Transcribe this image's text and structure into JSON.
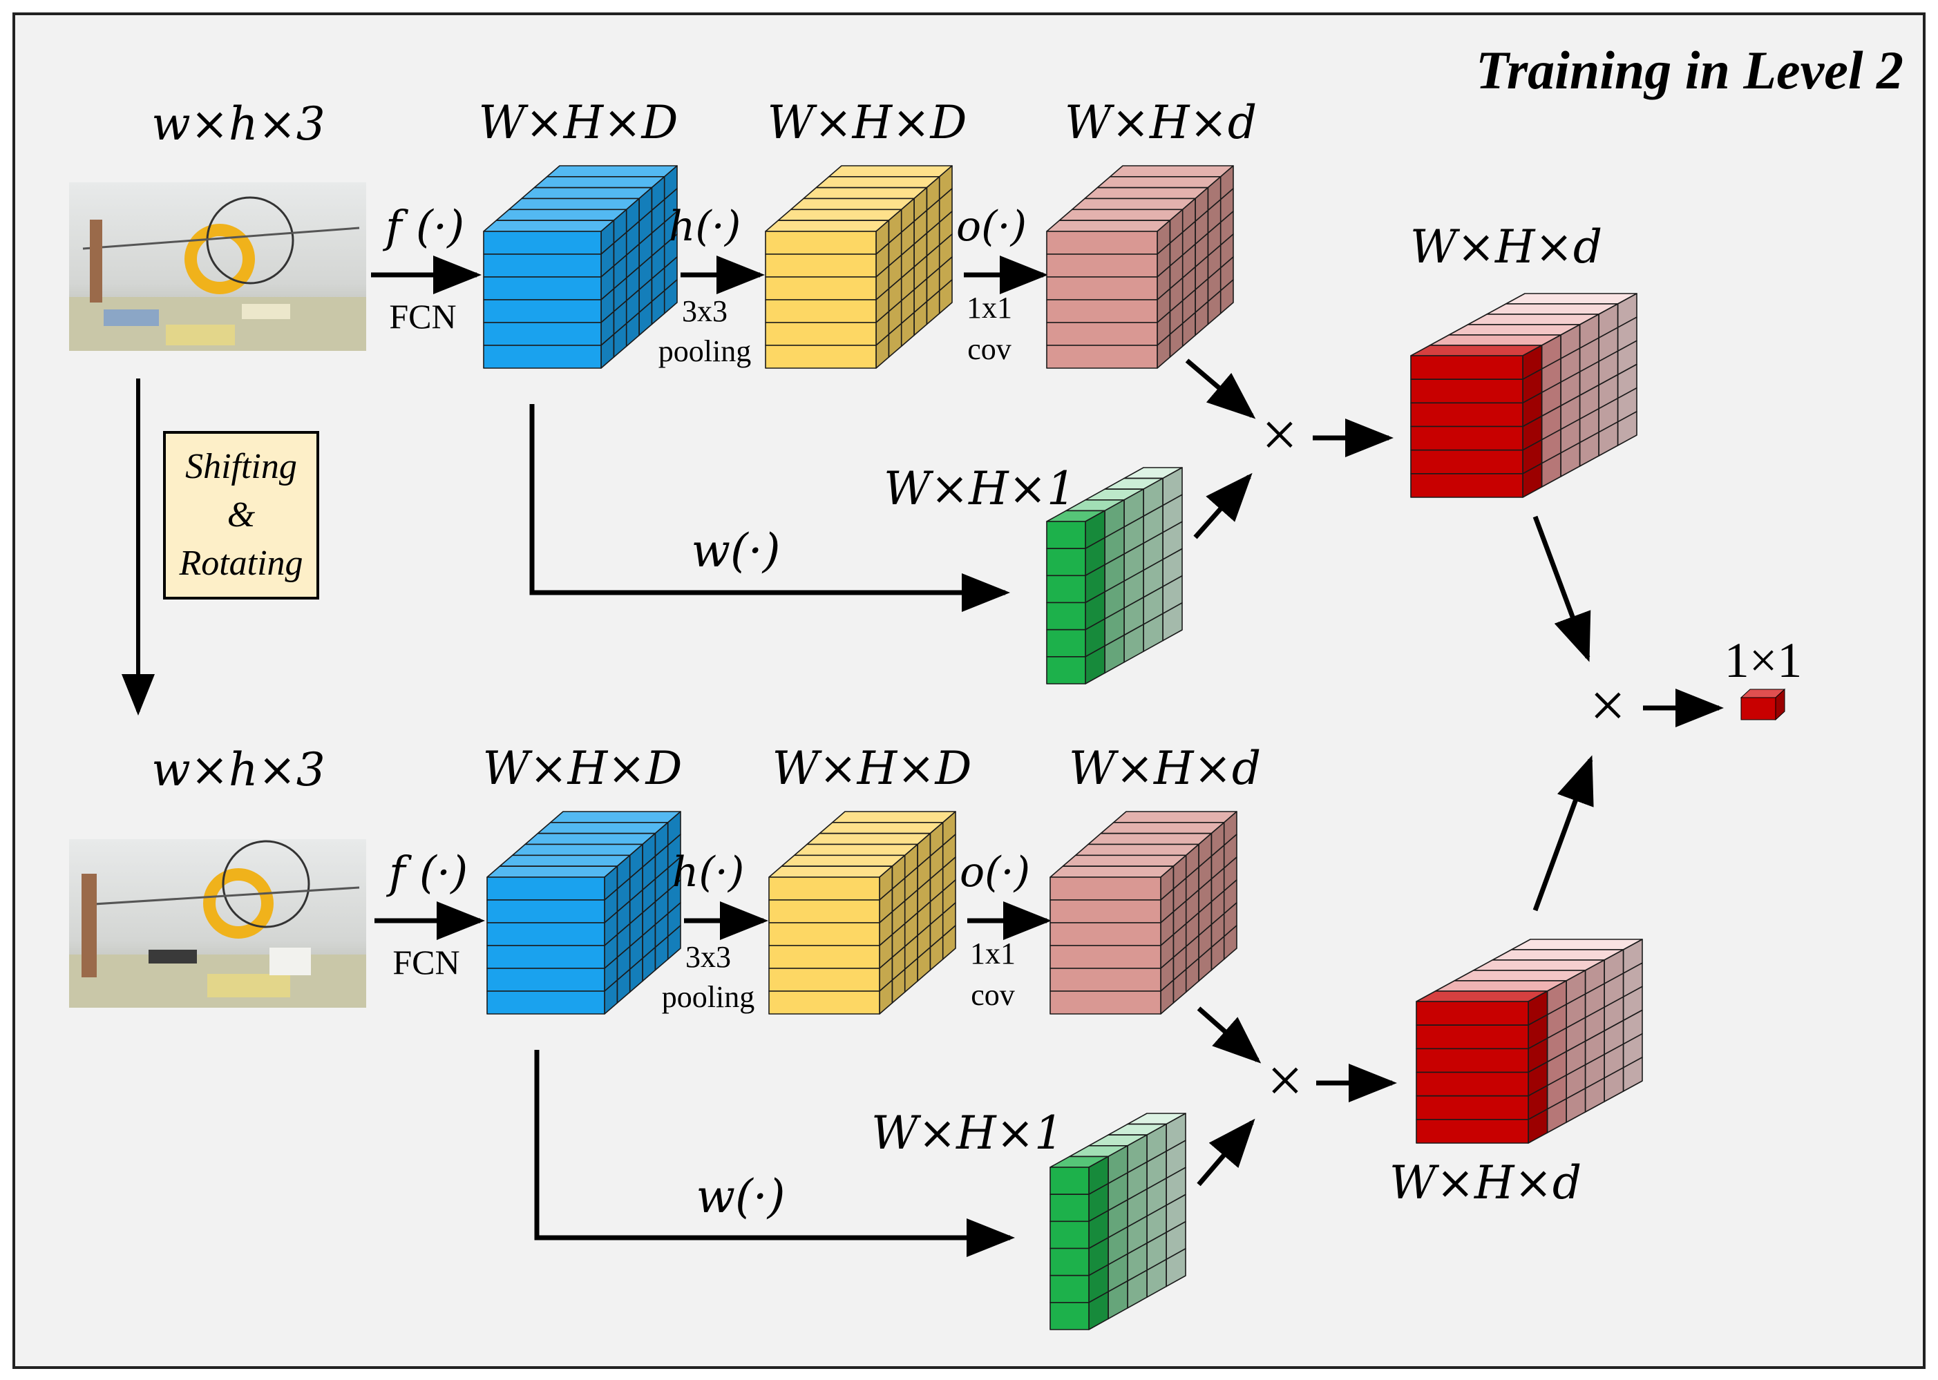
{
  "title": "Training in Level 2",
  "shift_box": {
    "line1": "Shifting",
    "line2": "&",
    "line3": "Rotating"
  },
  "top": {
    "input_dims": "w×h×3",
    "fcn_dims": "W×H×D",
    "pool_dims": "W×H×D",
    "conv_dims": "W×H×d",
    "weight_dims": "W×H×1",
    "product_dims": "W×H×d",
    "f_label": "f (·)",
    "f_sub": "FCN",
    "h_label": "h(·)",
    "h_sub1": "3x3",
    "h_sub2": "pooling",
    "o_label": "o(·)",
    "o_sub1": "1x1",
    "o_sub2": "cov",
    "w_label": "w(·)"
  },
  "bottom": {
    "input_dims": "w×h×3",
    "fcn_dims": "W×H×D",
    "pool_dims": "W×H×D",
    "conv_dims": "W×H×d",
    "weight_dims": "W×H×1",
    "product_dims": "W×H×d",
    "f_label": "f (·)",
    "f_sub": "FCN",
    "h_label": "h(·)",
    "h_sub1": "3x3",
    "h_sub2": "pooling",
    "o_label": "o(·)",
    "o_sub1": "1x1",
    "o_sub2": "cov",
    "w_label": "w(·)"
  },
  "multiply_symbol": "×",
  "output_dims": "1×1",
  "colors": {
    "fcn": "#1aa2ee",
    "pool": "#fdd764",
    "conv": "#d99893",
    "weight": "#1db14b",
    "product": "#c80000",
    "shift_box_fill": "#fdefc8",
    "background": "#f2f2f2"
  }
}
